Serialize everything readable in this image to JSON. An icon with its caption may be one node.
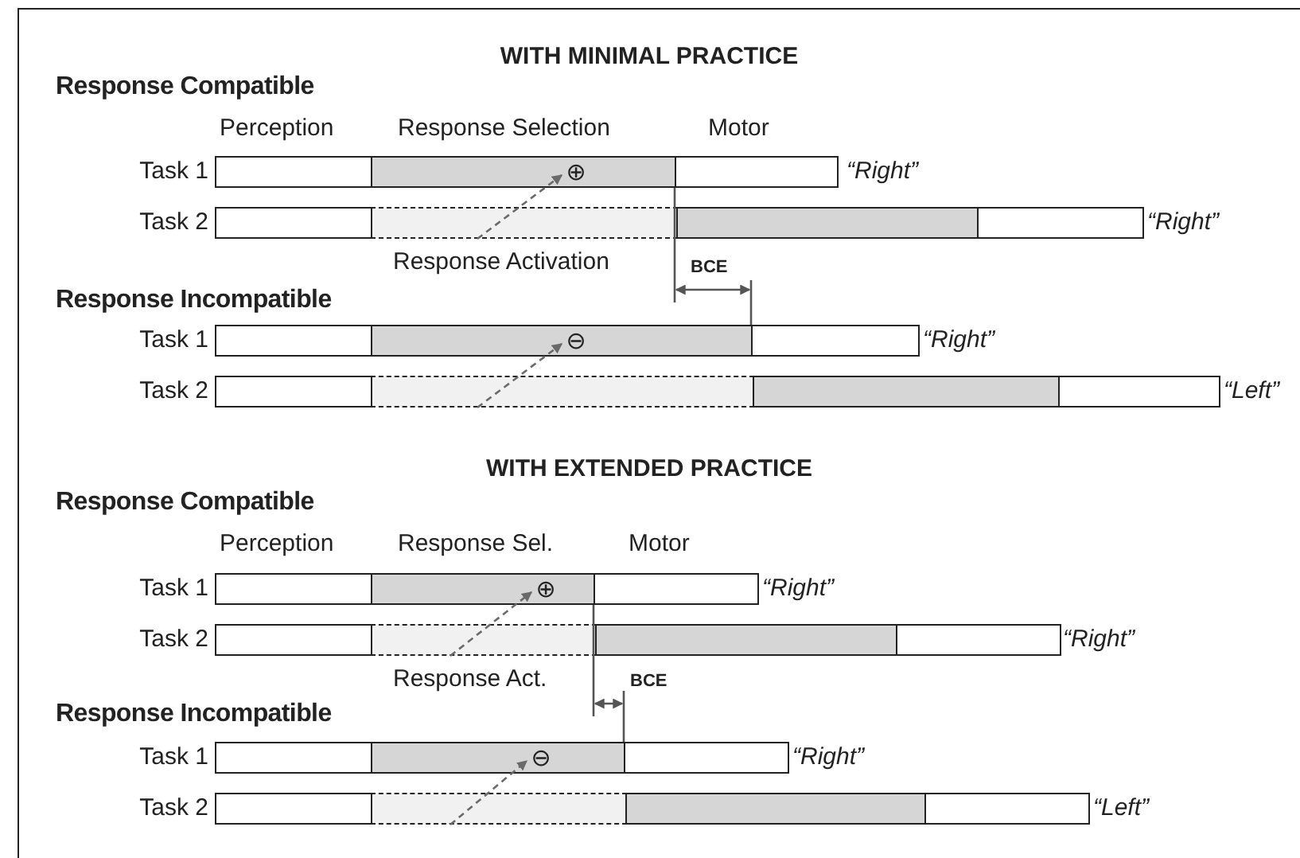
{
  "diagram": {
    "nodes": [
      {
        "text": [
          "⊕"
        ]
      },
      {
        "text": [],
        "shape": "bar"
      },
      {
        "text": [
          "⊖"
        ]
      },
      {
        "text": [],
        "shape": "bar"
      },
      {
        "text": [
          "⊕"
        ]
      },
      {
        "text": [],
        "shape": "bar"
      },
      {
        "text": [
          "⊖"
        ]
      },
      {
        "text": [],
        "shape": "bar"
      }
    ],
    "edges": [
      {
        "from": 1,
        "to": 0,
        "arrow": "to",
        "style": "dashed"
      },
      {
        "from": 3,
        "to": 2,
        "arrow": "to",
        "style": "dashed"
      },
      {
        "from": 5,
        "to": 4,
        "arrow": "to",
        "style": "dashed"
      },
      {
        "from": 7,
        "to": 6,
        "arrow": "to",
        "style": "dashed"
      }
    ],
    "labels": [
      "WITH MINIMAL PRACTICE",
      "Response Compatible",
      "Perception",
      "Response Selection",
      "Motor",
      "Task 1",
      "“Right”",
      "Task 2",
      "“Right”",
      "Response Activation",
      "BCE",
      "Response Incompatible",
      "Task 1",
      "“Right”",
      "Task 2",
      "“Left”",
      "WITH EXTENDED PRACTICE",
      "Response Compatible",
      "Perception",
      "Response Sel.",
      "Motor",
      "Task 1",
      "“Right”",
      "Task 2",
      "“Right”",
      "Response Act.",
      "BCE",
      "Response Incompatible",
      "Task 1",
      "“Right”",
      "Task 2",
      "“Left”"
    ]
  }
}
